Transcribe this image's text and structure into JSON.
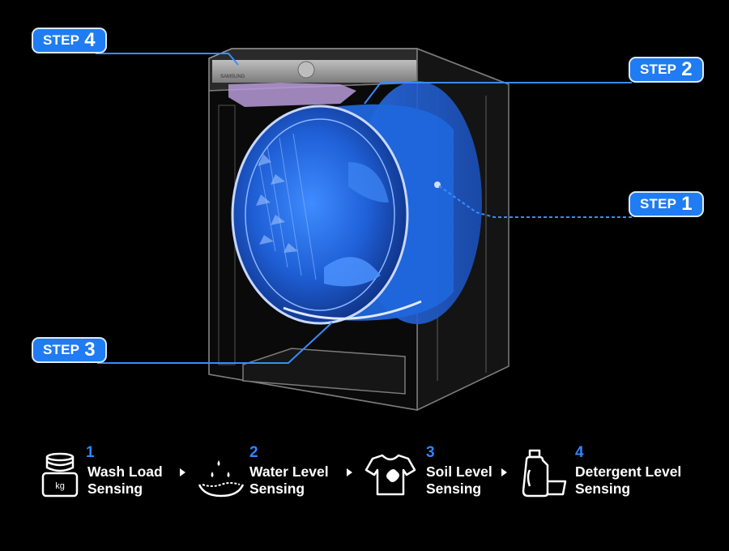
{
  "badges": [
    {
      "word": "STEP",
      "num": "4"
    },
    {
      "word": "STEP",
      "num": "2"
    },
    {
      "word": "STEP",
      "num": "1"
    },
    {
      "word": "STEP",
      "num": "3"
    }
  ],
  "brand": "SAMSUNG",
  "kg_label": "kg",
  "steps": [
    {
      "num": "1",
      "line1": "Wash Load",
      "line2": "Sensing",
      "icon": "weight-scale-icon"
    },
    {
      "num": "2",
      "line1": "Water Level",
      "line2": "Sensing",
      "icon": "water-drops-icon"
    },
    {
      "num": "3",
      "line1": "Soil Level",
      "line2": "Sensing",
      "icon": "stained-shirt-icon"
    },
    {
      "num": "4",
      "line1": "Detergent Level",
      "line2": "Sensing",
      "icon": "detergent-bottle-icon"
    }
  ],
  "colors": {
    "accent": "#1f7cf2",
    "number": "#2f86ff",
    "background": "#000000"
  }
}
